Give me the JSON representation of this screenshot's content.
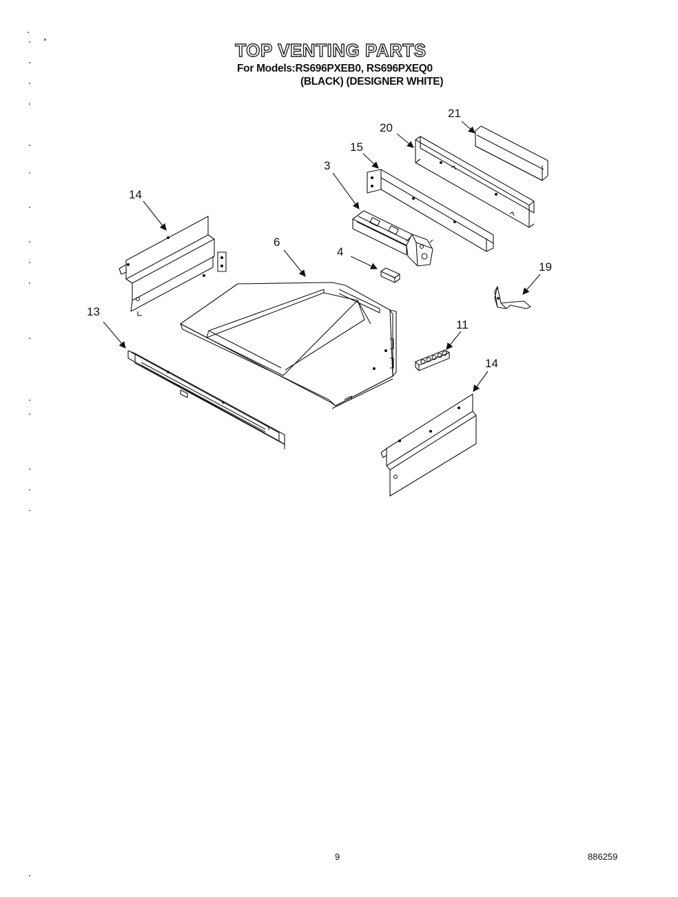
{
  "header": {
    "title": "TOP VENTING PARTS",
    "models_line1": "For Models:RS696PXEB0, RS696PXEQ0",
    "models_line2": "(BLACK) (DESIGNER WHITE)"
  },
  "callouts": {
    "c21": "21",
    "c20": "20",
    "c15": "15",
    "c3": "3",
    "c14a": "14",
    "c6": "6",
    "c4": "4",
    "c19": "19",
    "c13": "13",
    "c11": "11",
    "c14b": "14"
  },
  "footer": {
    "page_number": "9",
    "document_number": "886259"
  }
}
